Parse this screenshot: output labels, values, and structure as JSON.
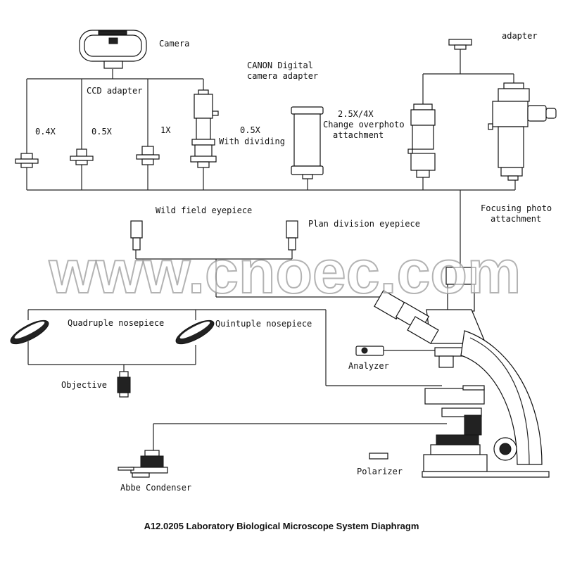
{
  "labels": {
    "camera": "Camera",
    "canon_line1": "CANON Digital",
    "canon_line2": "camera adapter",
    "adapter": "adapter",
    "ccd": "CCD adapter",
    "x04": "0.4X",
    "x05": "0.5X",
    "x1": "1X",
    "x05d_line1": "0.5X",
    "x05d_line2": "With dividing",
    "change_line1": "2.5X/4X",
    "change_line2": "Change overphoto",
    "change_line3": "attachment",
    "focusing_line1": "Focusing photo",
    "focusing_line2": "attachment",
    "wild": "Wild field eyepiece",
    "plan": "Plan division eyepiece",
    "quad": "Quadruple nosepiece",
    "quint": "Quintuple nosepiece",
    "analyzer": "Analyzer",
    "objective": "Objective",
    "polarizer": "Polarizer",
    "abbe": "Abbe Condenser"
  },
  "watermark": "www.cnoec.com",
  "caption": "A12.0205 Laboratory Biological Microscope System Diaphragm"
}
